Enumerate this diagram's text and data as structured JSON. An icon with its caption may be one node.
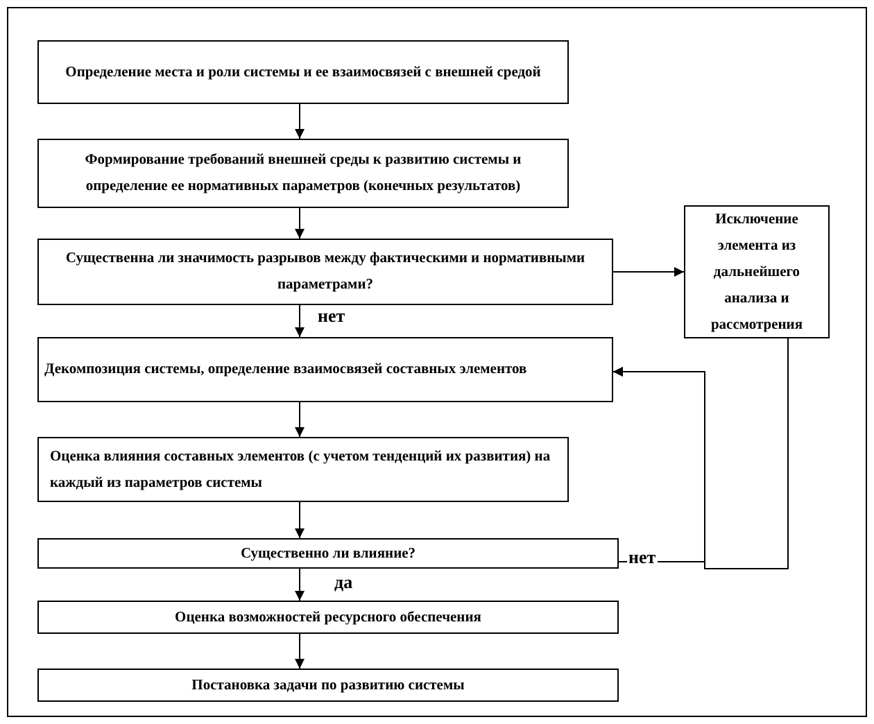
{
  "diagram": {
    "nodes": [
      {
        "text": [
          "Определение места и роли системы и ее взаимосвязей с внешней средой"
        ]
      },
      {
        "text": [
          "Формирование требований внешней среды к развитию системы и определение ее нормативных параметров (конечных результатов)"
        ]
      },
      {
        "text": [
          "Существенна ли значимость разрывов между фактическими и нормативными параметрами?"
        ]
      },
      {
        "text": [
          "Исключение элемента из дальнейшего анализа и рассмотрения"
        ]
      },
      {
        "text": [
          "Декомпозиция системы, определение взаимосвязей составных элементов"
        ]
      },
      {
        "text": [
          "Оценка влияния составных элементов (с учетом тенденций их развития) на каждый из параметров системы"
        ]
      },
      {
        "text": [
          "Существенно ли влияние?"
        ]
      },
      {
        "text": [
          "Оценка возможностей ресурсного обеспечения"
        ]
      },
      {
        "text": [
          "Постановка задачи по развитию системы"
        ]
      }
    ],
    "edges": [
      {
        "from": 0,
        "to": 1,
        "arrow": "to"
      },
      {
        "from": 1,
        "to": 2,
        "arrow": "to"
      },
      {
        "from": 2,
        "to": 3,
        "arrow": "to"
      },
      {
        "from": 2,
        "to": 4,
        "arrow": "to",
        "label": "нет"
      },
      {
        "from": 4,
        "to": 5,
        "arrow": "to"
      },
      {
        "from": 5,
        "to": 6,
        "arrow": "to"
      },
      {
        "from": 6,
        "to": 7,
        "arrow": "to",
        "label": "да"
      },
      {
        "from": 6,
        "to": 4,
        "arrow": "to",
        "label": "нет"
      },
      {
        "from": 3,
        "to": 4,
        "arrow": "to"
      },
      {
        "from": 7,
        "to": 8,
        "arrow": "to"
      }
    ]
  }
}
